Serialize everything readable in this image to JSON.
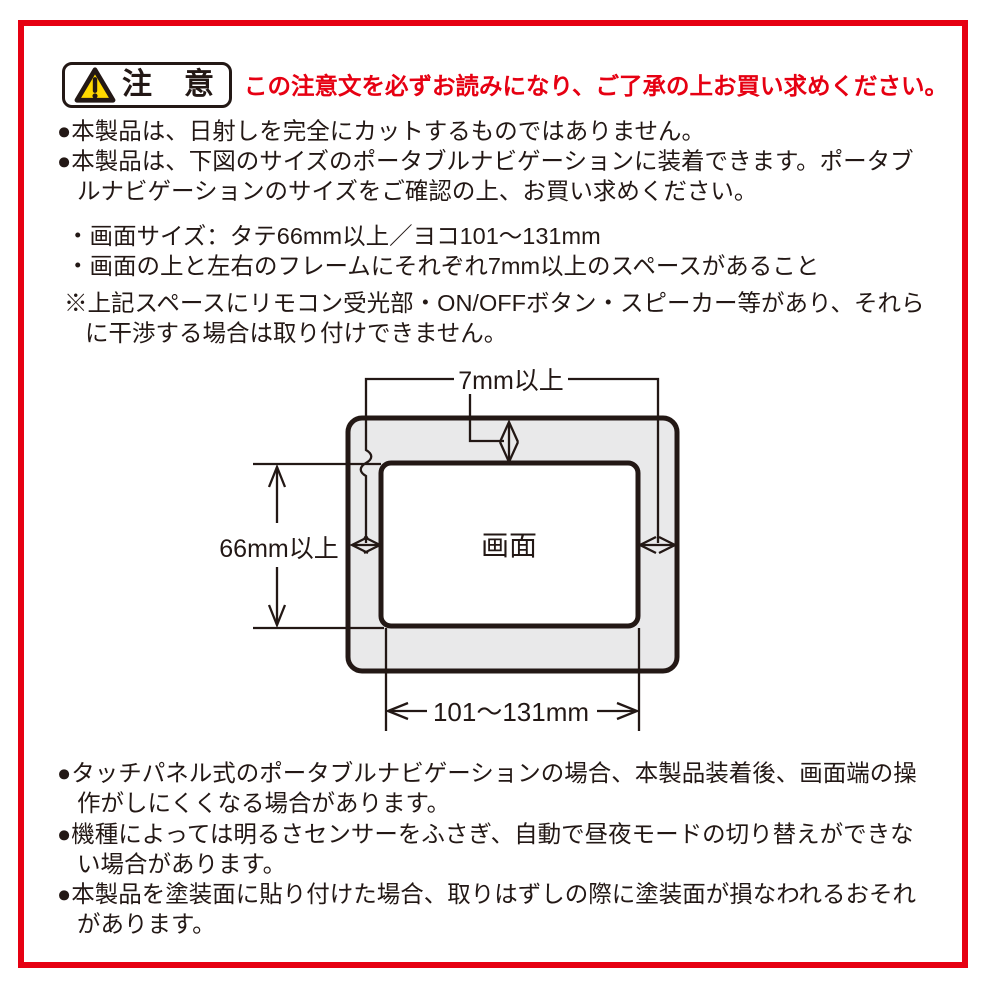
{
  "header": {
    "caution_label": "注　意",
    "notice_text": "この注意文を必ずお読みになり、ご了承の上お買い求めください。"
  },
  "colors": {
    "accent_red": "#e60012",
    "warning_yellow": "#ffd800",
    "ink_black": "#231815",
    "frame_gray": "#e9e9ea",
    "screen_white": "#ffffff"
  },
  "top_text": [
    "●本製品は、日射しを完全にカットするものではありません。",
    "●本製品は、下図のサイズのポータブルナビゲーションに装着できます。ポータブ",
    "ルナビゲーションのサイズをご確認の上、お買い求めください。",
    "・画面サイズ：タテ66mm以上／ヨコ101〜131mm",
    "・画面の上と左右のフレームにそれぞれ7mm以上のスペースがあること",
    "※上記スペースにリモコン受光部・ON/OFFボタン・スピーカー等があり、それら",
    "に干渉する場合は取り付けできません。"
  ],
  "diagram": {
    "top_dimension_label": "7mm以上",
    "left_dimension_label": "66mm以上",
    "bottom_dimension_label": "101〜131mm",
    "screen_label": "画面"
  },
  "bottom_text": [
    "●タッチパネル式のポータブルナビゲーションの場合、本製品装着後、画面端の操",
    "作がしにくくなる場合があります。",
    "●機種によっては明るさセンサーをふさぎ、自動で昼夜モードの切り替えができな",
    "い場合があります。",
    "●本製品を塗装面に貼り付けた場合、取りはずしの際に塗装面が損なわれるおそれ",
    "があります。"
  ]
}
